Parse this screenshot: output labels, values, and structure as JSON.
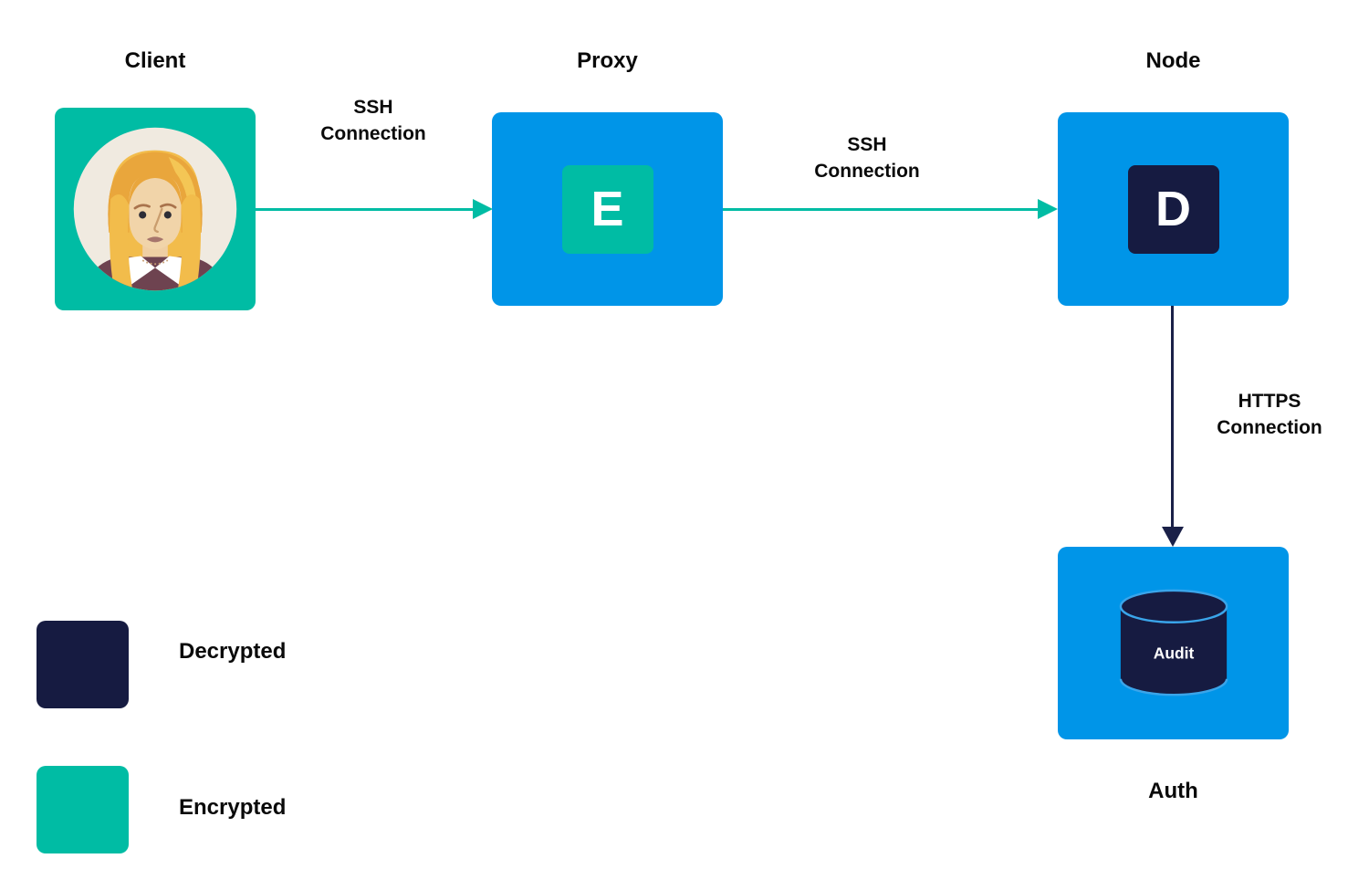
{
  "nodes": {
    "client": {
      "title": "Client"
    },
    "proxy": {
      "title": "Proxy",
      "badge": "E"
    },
    "node": {
      "title": "Node",
      "badge": "D"
    },
    "auth": {
      "title": "Auth",
      "database_label": "Audit"
    }
  },
  "connections": {
    "client_to_proxy": {
      "line1": "SSH",
      "line2": "Connection"
    },
    "proxy_to_node": {
      "line1": "SSH",
      "line2": "Connection"
    },
    "node_to_auth": {
      "line1": "HTTPS",
      "line2": "Connection"
    }
  },
  "legend": {
    "items": [
      {
        "label": "Decrypted",
        "color": "#161b41"
      },
      {
        "label": "Encrypted",
        "color": "#00bca4"
      }
    ]
  },
  "colors": {
    "teal": "#00bca4",
    "blue": "#0095e8",
    "navy": "#161b41",
    "arrow_teal": "#00bca4",
    "arrow_navy": "#1a2048",
    "cylinder_outline": "#3aa5ea",
    "background": "#ffffff",
    "text": "#0a0a0a"
  }
}
